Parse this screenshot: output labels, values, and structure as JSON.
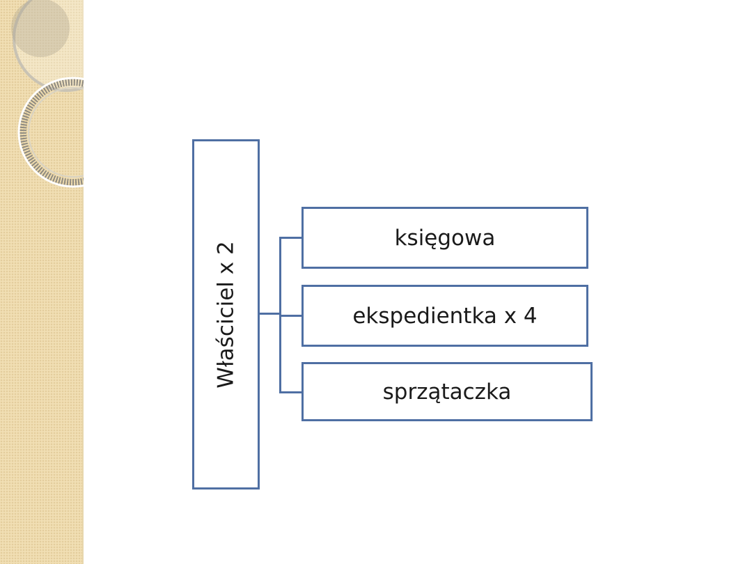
{
  "diagram": {
    "root": {
      "label": "Właściciel x 2"
    },
    "children": [
      {
        "label": "księgowa"
      },
      {
        "label": "ekspedientka x 4"
      },
      {
        "label": "sprzątaczka"
      }
    ]
  },
  "colors": {
    "box_border": "#4f6fa3",
    "side_band": "#f1dfb4",
    "background": "#ffffff"
  }
}
